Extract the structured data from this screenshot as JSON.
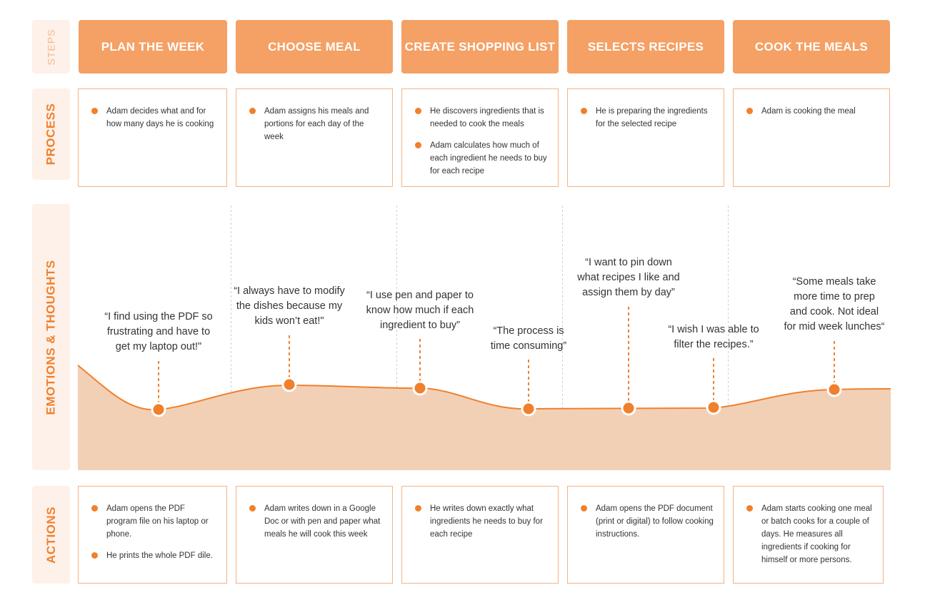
{
  "row_labels": {
    "steps": "STEPS",
    "process": "PROCESS",
    "emotions": "EMOTIONS & THOUGHTS",
    "actions": "ACTIONS"
  },
  "steps": [
    "PLAN THE WEEK",
    "CHOOSE MEAL",
    "CREATE SHOPPING LIST",
    "SELECTS RECIPES",
    "COOK THE MEALS"
  ],
  "process": [
    [
      "Adam decides what and for how many days he is cooking"
    ],
    [
      "Adam assigns his meals and portions for each day of the week"
    ],
    [
      "He discovers ingredients that is needed to cook the meals",
      "Adam calculates how much of each ingredient he needs to buy for each recipe"
    ],
    [
      "He is preparing the ingredients for the selected recipe"
    ],
    [
      "Adam is cooking the meal"
    ]
  ],
  "thoughts": [
    "“I find using the PDF so\nfrustrating and have to\nget my laptop out!\"",
    "“I always have to modify\nthe dishes because my\nkids won’t eat!\"",
    "“I use pen and paper to\nknow how much if each\ningredient to buy”",
    "“The process is\ntime consuming”",
    "“I want to pin down\nwhat recipes I like and\nassign them by day”",
    "“I wish I was able to\nfilter the recipes.”",
    "“Some meals take\nmore time to prep\nand cook. Not ideal\nfor mid week lunches“"
  ],
  "actions": [
    [
      "Adam opens the PDF program file on his laptop or phone.",
      "He prints the whole PDF dile."
    ],
    [
      "Adam writes down in a Google Doc or with pen and paper what meals he will cook this week"
    ],
    [
      "He writes down exactly what ingredients he needs to buy for each recipe"
    ],
    [
      "Adam opens the PDF document (print or digital) to follow cooking instructions."
    ],
    [
      "Adam starts cooking one meal or batch cooks for a couple of days. He measures all ingredients if cooking for himself or more persons."
    ]
  ],
  "colors": {
    "accent": "#f0802c",
    "step_fill": "#f5a064",
    "area_fill": "#f2d0b6",
    "label_bg": "#fdf1ea",
    "card_border": "#f3b485"
  }
}
